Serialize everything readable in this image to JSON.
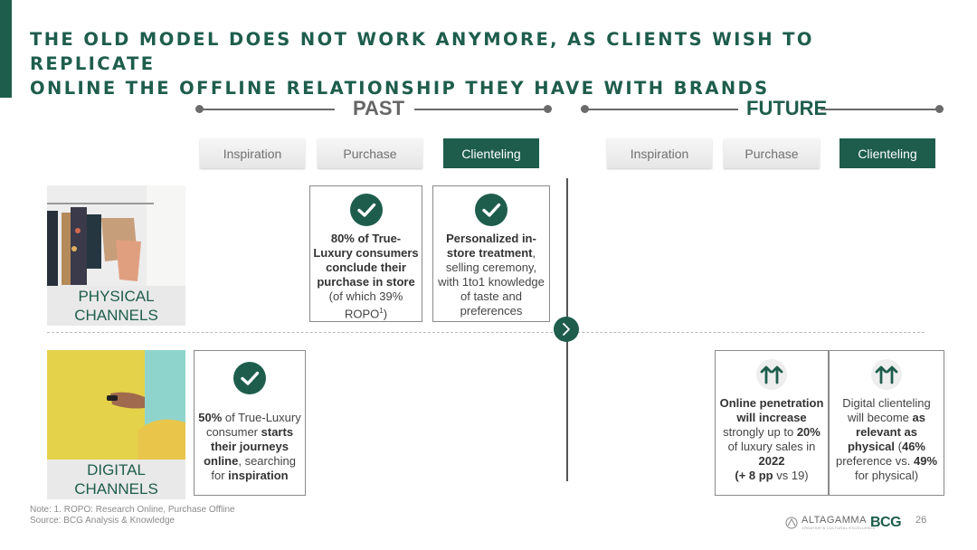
{
  "title": {
    "line1": "THE OLD MODEL DOES NOT WORK ANYMORE, AS CLIENTS WISH TO REPLICATE",
    "line2": "ONLINE THE OFFLINE RELATIONSHIP THEY HAVE WITH BRANDS"
  },
  "timeline": {
    "past": "PAST",
    "future": "FUTURE"
  },
  "stages": {
    "past": [
      "Inspiration",
      "Purchase",
      "Clienteling"
    ],
    "future": [
      "Inspiration",
      "Purchase",
      "Clienteling"
    ]
  },
  "channels": {
    "physical": [
      "PHYSICAL",
      "CHANNELS"
    ],
    "digital": [
      "DIGITAL",
      "CHANNELS"
    ]
  },
  "boxes": {
    "physical_purchase": {
      "icon": "checkmark-icon",
      "bold": "80% of True-Luxury consumers conclude their purchase in store",
      "rest": "(of which 39% ROPO",
      "sup": "1",
      "end": ")"
    },
    "physical_clienteling": {
      "icon": "checkmark-icon",
      "bold": "Personalized in-store treatment",
      "rest": ", selling ceremony, with 1to1 knowledge of taste and preferences"
    },
    "digital_inspiration": {
      "icon": "checkmark-icon",
      "p1_bold": "50%",
      "p1": " of True-Luxury consumer ",
      "p2_bold": "starts their journeys online",
      "p2": ", searching for ",
      "p3_bold": "inspiration"
    },
    "digital_purchase": {
      "icon": "double-up-arrow-icon",
      "bold1": "Online penetration will increase",
      "t1": " strongly up to ",
      "bold2": "20%",
      "t2": " of luxury sales in ",
      "bold3": "2022",
      "bold4": "(+ 8 pp",
      "t3": " vs 19)"
    },
    "digital_clienteling": {
      "icon": "double-up-arrow-icon",
      "t1": "Digital clienteling will become ",
      "bold1": "as relevant as physical",
      "t2": " (",
      "bold2": "46%",
      "t3": " preference vs. ",
      "bold3": "49%",
      "t4": " for physical)"
    }
  },
  "footnote": {
    "note": "Note: 1. ROPO: Research Online, Purchase Offline",
    "source": "Source: BCG Analysis & Knowledge"
  },
  "page_number": "26",
  "logos": {
    "altagamma": "ALTAGAMMA",
    "altagamma_sub": "CREATIVE & CULTURAL EXCELLENCE",
    "bcg": "BCG"
  },
  "colors": {
    "accent": "#1e5d4c",
    "stage_light": "#ececec",
    "text": "#444444"
  }
}
